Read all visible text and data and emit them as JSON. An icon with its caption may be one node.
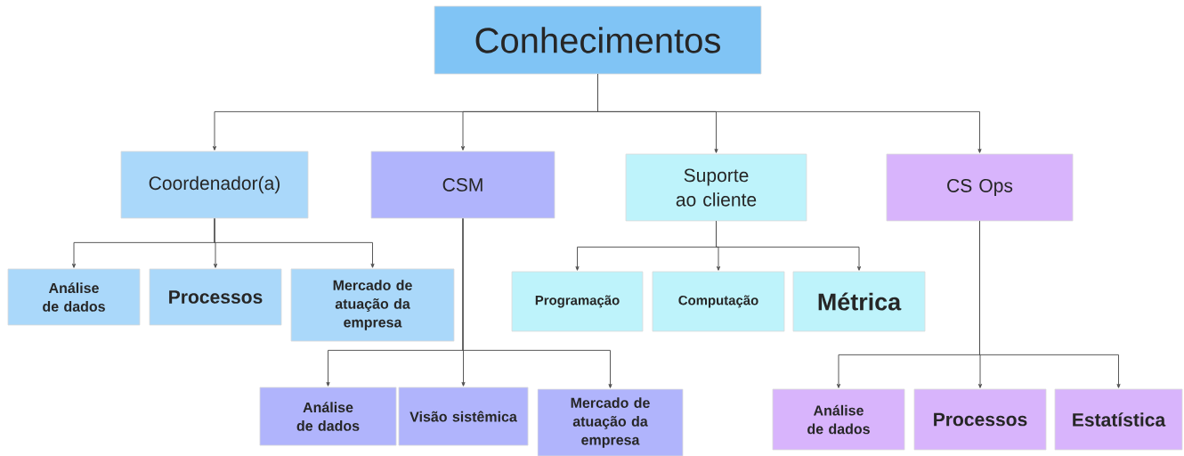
{
  "diagram": {
    "nodes": [
      {
        "text": [
          "Conhecimentos"
        ]
      },
      {
        "text": [
          "Coordenador(a)"
        ]
      },
      {
        "text": [
          "CSM"
        ]
      },
      {
        "text": [
          "Suporte ao cliente"
        ]
      },
      {
        "text": [
          "CS Ops"
        ]
      },
      {
        "text": [
          "Análise de dados"
        ]
      },
      {
        "text": [
          "Processos"
        ]
      },
      {
        "text": [
          "Mercado de atuação da empresa"
        ]
      },
      {
        "text": [
          "Programação"
        ]
      },
      {
        "text": [
          "Computação"
        ]
      },
      {
        "text": [
          "Métrica"
        ]
      },
      {
        "text": [
          "Análise de dados"
        ]
      },
      {
        "text": [
          "Visão sistêmica"
        ]
      },
      {
        "text": [
          "Mercado de atuação da empresa"
        ]
      },
      {
        "text": [
          "Análise de dados"
        ]
      },
      {
        "text": [
          "Processos"
        ]
      },
      {
        "text": [
          "Estatística"
        ]
      }
    ],
    "edges": [
      {
        "from": 0,
        "to": 1,
        "arrow": "to"
      },
      {
        "from": 0,
        "to": 2,
        "arrow": "to"
      },
      {
        "from": 0,
        "to": 3,
        "arrow": "to"
      },
      {
        "from": 0,
        "to": 4,
        "arrow": "to"
      },
      {
        "from": 1,
        "to": 5,
        "arrow": "to"
      },
      {
        "from": 1,
        "to": 6,
        "arrow": "to"
      },
      {
        "from": 1,
        "to": 7,
        "arrow": "to"
      },
      {
        "from": 3,
        "to": 8,
        "arrow": "to"
      },
      {
        "from": 3,
        "to": 9,
        "arrow": "to"
      },
      {
        "from": 3,
        "to": 10,
        "arrow": "to"
      },
      {
        "from": 2,
        "to": 11,
        "arrow": "to"
      },
      {
        "from": 2,
        "to": 12,
        "arrow": "to"
      },
      {
        "from": 2,
        "to": 13,
        "arrow": "to"
      },
      {
        "from": 4,
        "to": 14,
        "arrow": "to"
      },
      {
        "from": 4,
        "to": 15,
        "arrow": "to"
      },
      {
        "from": 4,
        "to": 16,
        "arrow": "to"
      }
    ]
  }
}
